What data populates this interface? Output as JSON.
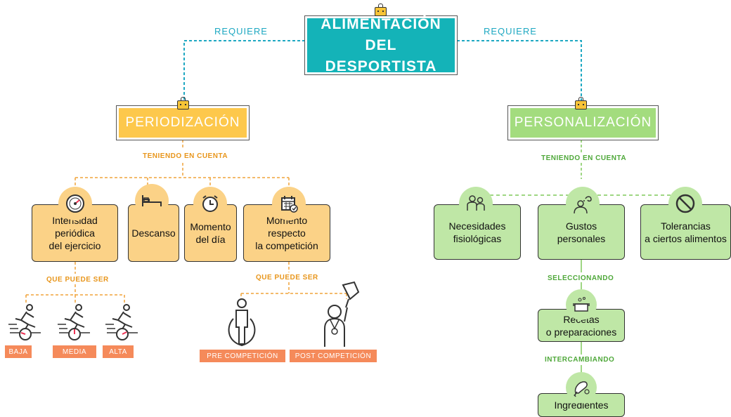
{
  "colors": {
    "teal": "#14b3b8",
    "orange": "#fdc84c",
    "orange_light": "#fbd287",
    "green": "#a3dc7e",
    "green_light": "#bfe7a6",
    "tag": "#f58a5a",
    "label_teal": "#1ea8c2",
    "label_orange": "#e8961c",
    "label_green": "#4fa83a"
  },
  "root": {
    "line1": "ALIMENTACIÓN",
    "line2": "DEL DESPORTISTA"
  },
  "link_left": "REQUIERE",
  "link_right": "REQUIERE",
  "periodizacion": {
    "title": "PERIODIZACIÓN",
    "connector": "TENIENDO EN CUENTA",
    "items": [
      {
        "l1": "Intensidad",
        "l2": "periódica",
        "l3": "del ejercicio",
        "icon": "speedometer-icon"
      },
      {
        "l1": "Descanso",
        "icon": "bed-icon"
      },
      {
        "l1": "Momento",
        "l2": "del día",
        "icon": "alarm-clock-icon"
      },
      {
        "l1": "Momento",
        "l2": "respecto",
        "l3": "la competición",
        "icon": "calendar-icon"
      }
    ],
    "intensity_connector": "QUE PUEDE SER",
    "intensity_levels": [
      "BAJA",
      "MEDIA",
      "ALTA"
    ],
    "moment_connector": "QUE PUEDE SER",
    "moment_options": [
      "PRE COMPETICIÓN",
      "POST COMPETICIÓN"
    ]
  },
  "personalizacion": {
    "title": "PERSONALIZACIÓN",
    "connector": "TENIENDO EN CUENTA",
    "items": [
      {
        "l1": "Necesidades",
        "l2": "fisiológicas",
        "icon": "people-icon"
      },
      {
        "l1": "Gustos",
        "l2": "personales",
        "icon": "thinking-person-icon"
      },
      {
        "l1": "Tolerancias",
        "l2": "a ciertos alimentos",
        "icon": "prohibited-icon"
      }
    ],
    "select_connector": "SELECCIONANDO",
    "recipes": {
      "l1": "Recetas",
      "l2": "o preparaciones",
      "icon": "cooking-pot-icon"
    },
    "exchange_connector": "INTERCAMBIANDO",
    "ingredients": {
      "l1": "Ingredientes",
      "icon": "chicken-leg-icon"
    }
  }
}
